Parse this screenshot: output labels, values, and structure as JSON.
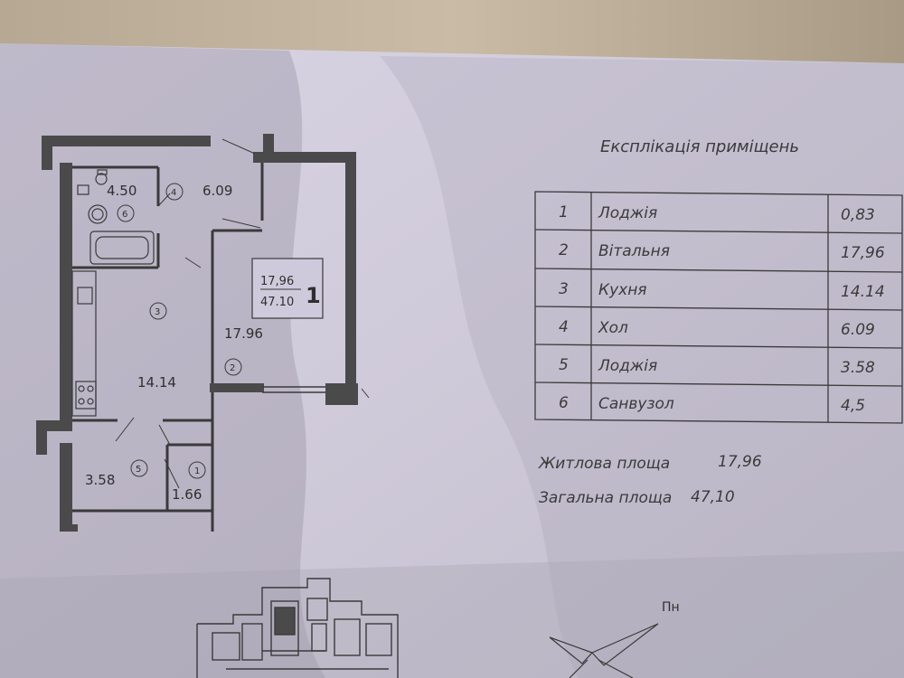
{
  "plan": {
    "room_areas": {
      "bathroom": "4.50",
      "hall": "6.09",
      "living": "17.96",
      "kitchen": "14.14",
      "loggia_big": "3.58",
      "loggia_small": "1.66"
    },
    "room_numbers": {
      "bathroom": "6",
      "hall": "4",
      "living": "2",
      "kitchen": "3",
      "loggia_big": "5",
      "loggia_small": "1"
    },
    "stamp": {
      "living_area": "17,96",
      "total_area": "47.10",
      "apartment_number": "1"
    }
  },
  "explication": {
    "title": "Експлікація приміщень",
    "rows": [
      {
        "num": "1",
        "name": "Лоджія",
        "area": "0,83"
      },
      {
        "num": "2",
        "name": "Вітальня",
        "area": "17,96"
      },
      {
        "num": "3",
        "name": "Кухня",
        "area": "14.14"
      },
      {
        "num": "4",
        "name": "Хол",
        "area": "6.09"
      },
      {
        "num": "5",
        "name": "Лоджія",
        "area": "3.58"
      },
      {
        "num": "6",
        "name": "Санвузол",
        "area": "4,5"
      }
    ],
    "living_area_label": "Житлова площа",
    "living_area_value": "17,96",
    "total_area_label": "Загальна площа",
    "total_area_value": "47,10"
  },
  "compass": {
    "north_label": "Пн"
  }
}
